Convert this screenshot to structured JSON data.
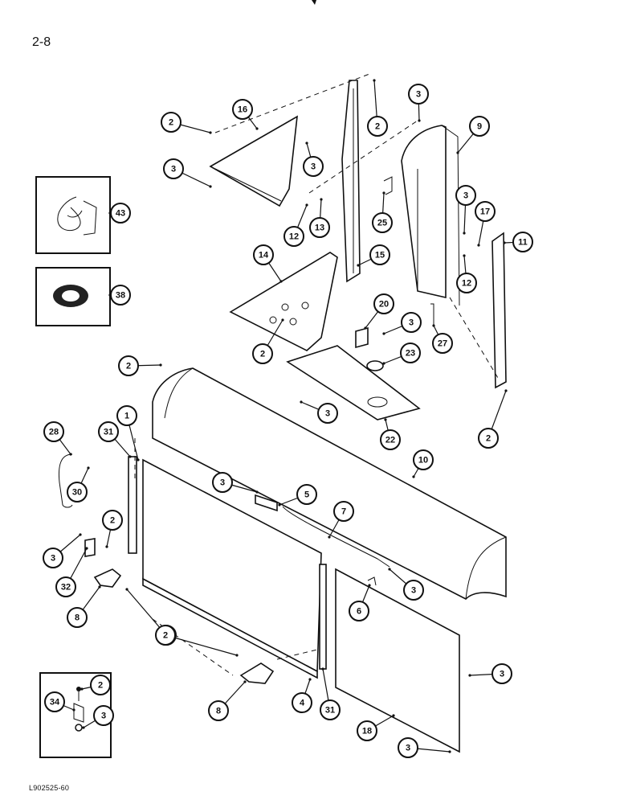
{
  "page": {
    "number": "2-8",
    "figure_code": "L902525-60"
  },
  "callouts": [
    {
      "label": "2"
    },
    {
      "label": "16"
    },
    {
      "label": "3"
    },
    {
      "label": "3"
    },
    {
      "label": "2"
    },
    {
      "label": "3"
    },
    {
      "label": "9"
    },
    {
      "label": "12"
    },
    {
      "label": "13"
    },
    {
      "label": "25"
    },
    {
      "label": "3"
    },
    {
      "label": "17"
    },
    {
      "label": "11"
    },
    {
      "label": "12"
    },
    {
      "label": "43"
    },
    {
      "label": "38"
    },
    {
      "label": "14"
    },
    {
      "label": "15"
    },
    {
      "label": "20"
    },
    {
      "label": "3"
    },
    {
      "label": "27"
    },
    {
      "label": "2"
    },
    {
      "label": "23"
    },
    {
      "label": "2"
    },
    {
      "label": "3"
    },
    {
      "label": "22"
    },
    {
      "label": "2"
    },
    {
      "label": "1"
    },
    {
      "label": "28"
    },
    {
      "label": "31"
    },
    {
      "label": "30"
    },
    {
      "label": "10"
    },
    {
      "label": "3"
    },
    {
      "label": "5"
    },
    {
      "label": "7"
    },
    {
      "label": "2"
    },
    {
      "label": "3"
    },
    {
      "label": "32"
    },
    {
      "label": "8"
    },
    {
      "label": "3"
    },
    {
      "label": "6"
    },
    {
      "label": "2"
    },
    {
      "label": "3"
    },
    {
      "label": "2"
    },
    {
      "label": "8"
    },
    {
      "label": "4"
    },
    {
      "label": "31"
    },
    {
      "label": "2"
    },
    {
      "label": "34"
    },
    {
      "label": "3"
    },
    {
      "label": "18"
    },
    {
      "label": "3"
    }
  ]
}
